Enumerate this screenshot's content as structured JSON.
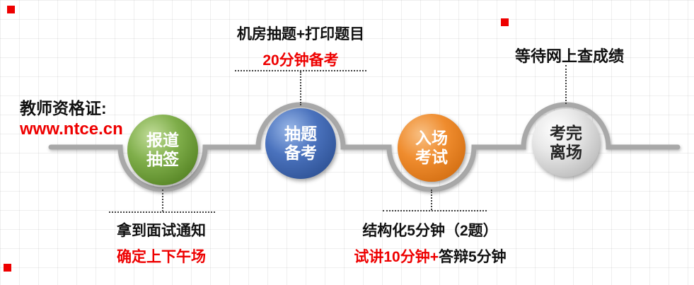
{
  "header": {
    "title": "教师资格证:",
    "url": "www.ntce.cn"
  },
  "timeline": {
    "track_color": "#a8a8a8",
    "nodes": [
      {
        "name": "report-and-draw-lots",
        "line1": "报道",
        "line2": "抽签",
        "color": "#6f9f33"
      },
      {
        "name": "draw-topic-prepare",
        "line1": "抽题",
        "line2": "备考",
        "color": "#3a62ad"
      },
      {
        "name": "enter-take-exam",
        "line1": "入场",
        "line2": "考试",
        "color": "#e8801f"
      },
      {
        "name": "finish-and-leave",
        "line1": "考完",
        "line2": "离场",
        "color": "#dcdcdc"
      }
    ]
  },
  "annotations": {
    "above_prepare": {
      "line1": "机房抽题+打印题目",
      "line2": "20分钟备考"
    },
    "above_leave": {
      "line1": "等待网上查成绩"
    },
    "below_report": {
      "line1": "拿到面试通知",
      "line2": "确定上下午场"
    },
    "below_exam": {
      "line1": "结构化5分钟（2题）",
      "line2_red": "试讲10分钟+",
      "line2_black": "答辩5分钟"
    }
  },
  "colors": {
    "accent_red": "#ee0000",
    "text_black": "#111111",
    "track_gray": "#a8a8a8"
  }
}
